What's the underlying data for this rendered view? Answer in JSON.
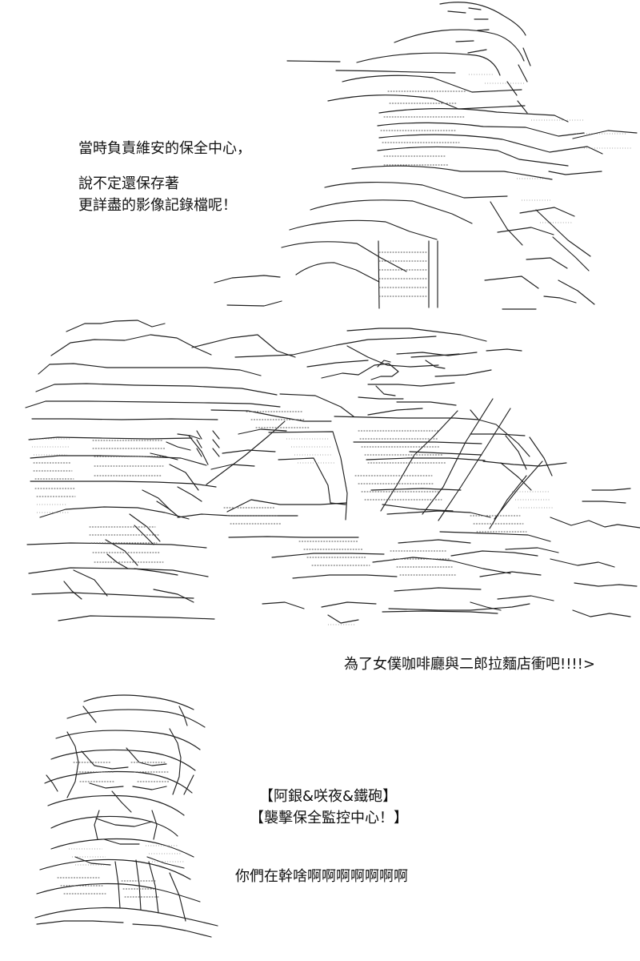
{
  "page": {
    "background": "#ffffff",
    "text_color": "#111111"
  },
  "texts": {
    "top_caption_line_1": "當時負責維安的保全中心，",
    "top_caption_line_2": "說不定還保存著",
    "top_caption_line_3": "更詳盡的影像記錄檔呢！",
    "middle_caption": "為了女僕咖啡廳與二郎拉麵店衝吧!!!!>",
    "bottom_bracket_line_1": "【阿銀&咲夜&鐵砲】",
    "bottom_bracket_line_2": "【襲擊保全監控中心！】",
    "bottom_caption": "你們在幹啥啊啊啊啊啊啊啊"
  },
  "ascii_art_descriptions": {
    "top_right": "ascii-art-character",
    "middle_group": "ascii-art-group",
    "bottom_left": "ascii-art-character"
  }
}
